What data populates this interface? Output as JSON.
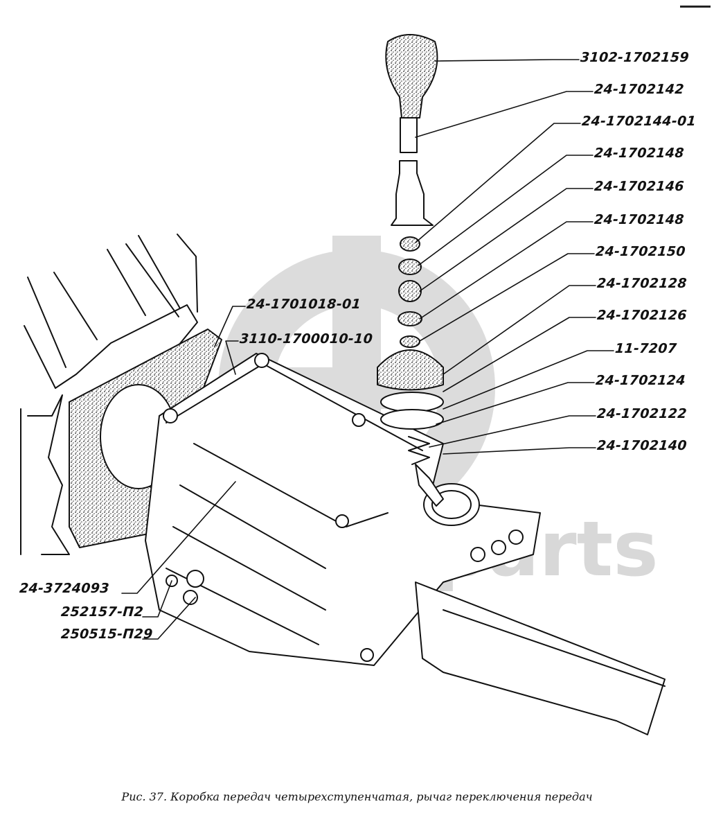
{
  "figure": {
    "caption": "Рис. 37. Коробка передач четырехступенчатая, рычаг переключения передач",
    "watermark": "data-parts",
    "colors": {
      "ink": "#111111",
      "watermark": "#d6d6d6",
      "paper": "#ffffff"
    }
  },
  "callouts_right": [
    {
      "part": "3102-1702159",
      "item": "gear-knob"
    },
    {
      "part": "24-1702142",
      "item": "lever-upper"
    },
    {
      "part": "24-1702144-01",
      "item": "lever-lower-sleeve"
    },
    {
      "part": "24-1702148",
      "item": "bushing-a"
    },
    {
      "part": "24-1702146",
      "item": "bushing-b"
    },
    {
      "part": "24-1702148",
      "item": "bushing-c"
    },
    {
      "part": "24-1702150",
      "item": "washer"
    },
    {
      "part": "24-1702128",
      "item": "nut"
    },
    {
      "part": "24-1702126",
      "item": "boot"
    },
    {
      "part": "11-7207",
      "item": "ring"
    },
    {
      "part": "24-1702124",
      "item": "cup"
    },
    {
      "part": "24-1702122",
      "item": "spring"
    },
    {
      "part": "24-1702140",
      "item": "lever-base"
    }
  ],
  "callouts_upper": [
    {
      "part": "24-1701018-01",
      "item": "gasket"
    },
    {
      "part": "3110-1700010-10",
      "item": "gearbox"
    }
  ],
  "callouts_left": [
    {
      "part": "24-3724093",
      "item": "wire-clip"
    },
    {
      "part": "252157-П2",
      "item": "lock-washer"
    },
    {
      "part": "250515-П29",
      "item": "nut"
    }
  ]
}
